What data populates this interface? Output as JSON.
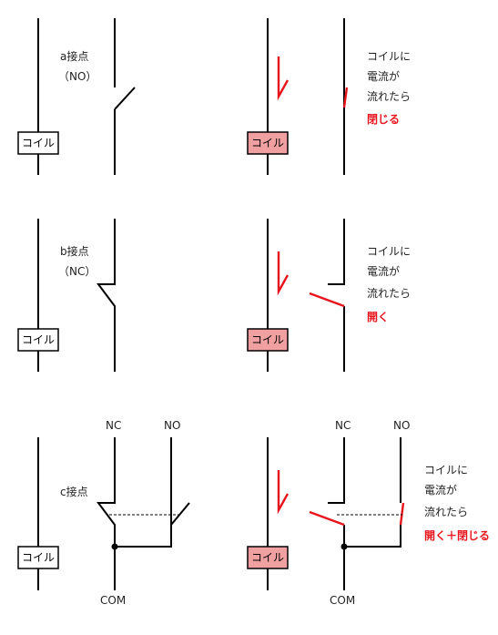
{
  "colors": {
    "line": "#000000",
    "active": "#e8141c",
    "coil_active_fill": "#f0a0a0",
    "coil_idle_fill": "#ffffff"
  },
  "coil_label": "コイル",
  "a_contact": {
    "title": "a接点",
    "subtitle": "（NO）",
    "caption": [
      "コイルに",
      "電流",
      "流れたら"
    ],
    "result": "閉じる"
  },
  "b_contact": {
    "title": "b接点",
    "subtitle": "（NC）",
    "caption": [
      "コイルに",
      "電流が",
      "流れたら"
    ],
    "result": "開く"
  },
  "c_contact": {
    "title": "c接点",
    "nc_label": "NC",
    "no_label": "NO",
    "com_label": "COM",
    "caption": [
      "コイルに",
      "電流が",
      "流れたら"
    ],
    "result": "開く＋閉じる"
  },
  "a_caption_line2_suffix": "が"
}
